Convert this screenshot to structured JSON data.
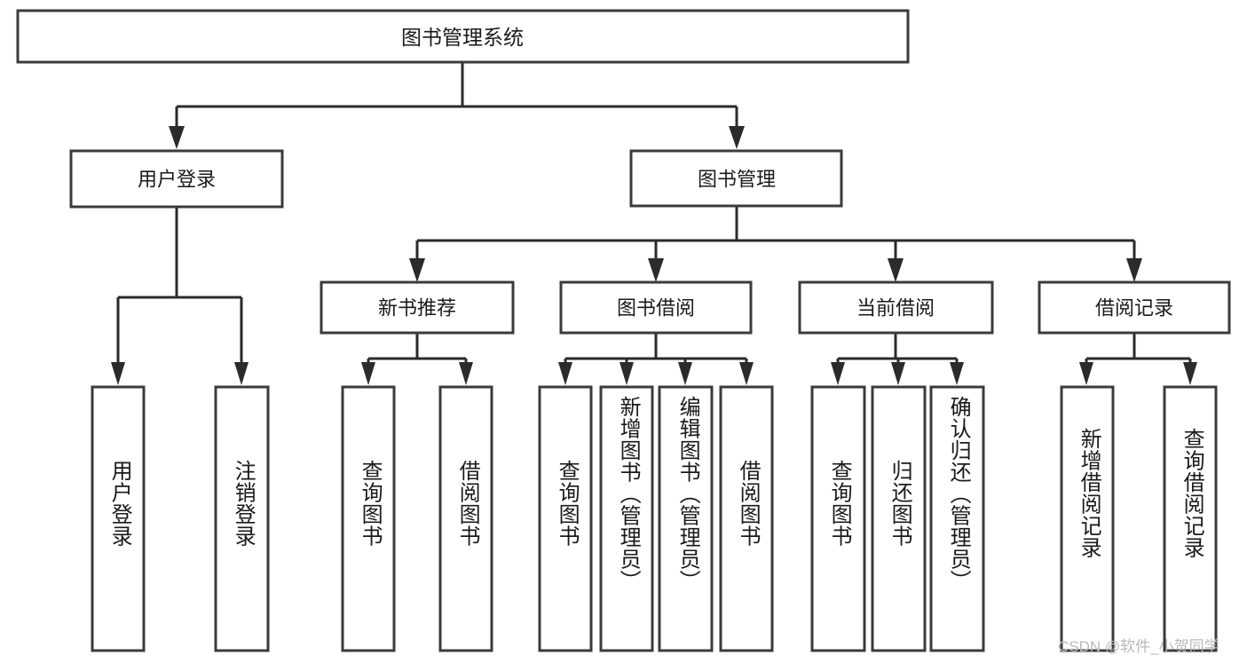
{
  "diagram": {
    "type": "hierarchy-tree",
    "title_node": {
      "label": "图书管理系统"
    },
    "level2": [
      {
        "id": "user-login",
        "label": "用户登录"
      },
      {
        "id": "book-manage",
        "label": "图书管理"
      }
    ],
    "level3": [
      {
        "id": "new-book-recommend",
        "label": "新书推荐"
      },
      {
        "id": "book-borrow",
        "label": "图书借阅"
      },
      {
        "id": "current-borrow",
        "label": "当前借阅"
      },
      {
        "id": "borrow-record",
        "label": "借阅记录"
      }
    ],
    "leaves": {
      "user_login": [
        {
          "id": "leaf-user-login",
          "label": "用户登录"
        },
        {
          "id": "leaf-logout-login",
          "label": "注销登录"
        }
      ],
      "new_book_recommend": [
        {
          "id": "leaf-query-book-1",
          "label": "查询图书"
        },
        {
          "id": "leaf-borrow-book-1",
          "label": "借阅图书"
        }
      ],
      "book_borrow": [
        {
          "id": "leaf-query-book-2",
          "label": "查询图书"
        },
        {
          "id": "leaf-add-book",
          "label": "新增图书（管理员）"
        },
        {
          "id": "leaf-edit-book",
          "label": "编辑图书（管理员）"
        },
        {
          "id": "leaf-borrow-book-2",
          "label": "借阅图书"
        }
      ],
      "current_borrow": [
        {
          "id": "leaf-query-book-3",
          "label": "查询图书"
        },
        {
          "id": "leaf-return-book",
          "label": "归还图书"
        },
        {
          "id": "leaf-confirm-return",
          "label": "确认归还（管理员）"
        }
      ],
      "borrow_record": [
        {
          "id": "leaf-add-record",
          "label": "新增借阅记录"
        },
        {
          "id": "leaf-query-record",
          "label": "查询借阅记录"
        }
      ]
    }
  },
  "watermark": {
    "text": "CSDN @软件_小贺同学"
  },
  "colors": {
    "box_border": "#3b3b3b",
    "edge": "#2b2b2b",
    "text": "#1a1a1a",
    "background": "#ffffff",
    "watermark": "#b9b9b9"
  }
}
